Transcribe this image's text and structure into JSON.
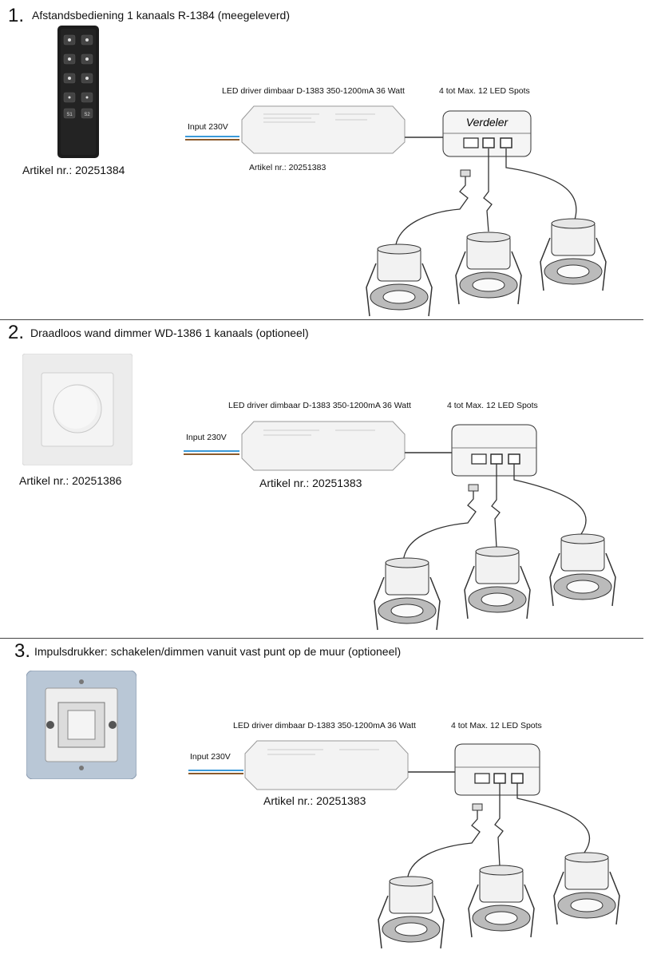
{
  "sections": [
    {
      "number": "1.",
      "title": "Afstandsbediening 1 kanaals R-1384 (meegeleverd)",
      "device_article": "Artikel nr.: 20251384",
      "driver_label": "LED driver dimbaar D-1383 350-1200mA 36 Watt",
      "spots_label": "4 tot Max. 12 LED Spots",
      "input_label": "Input 230V",
      "driver_article": "Artikel nr.: 20251383",
      "distributor_label": "Verdeler",
      "remote_buttons": [
        "S1",
        "S2"
      ]
    },
    {
      "number": "2.",
      "title": "Draadloos wand dimmer WD-1386 1 kanaals (optioneel)",
      "device_article": "Artikel nr.: 20251386",
      "driver_label": "LED driver dimbaar D-1383 350-1200mA 36 Watt",
      "spots_label": "4 tot Max. 12 LED Spots",
      "input_label": "Input 230V",
      "driver_article": "Artikel nr.: 20251383"
    },
    {
      "number": "3.",
      "title": "Impulsdrukker: schakelen/dimmen vanuit vast punt op de muur (optioneel)",
      "driver_label": "LED driver dimbaar D-1383 350-1200mA 36 Watt",
      "spots_label": "4 tot Max. 12 LED Spots",
      "input_label": "Input 230V",
      "driver_article": "Artikel nr.: 20251383"
    }
  ],
  "colors": {
    "wire_blue": "#3a9ad9",
    "wire_brown": "#8a5a2b",
    "cable_gray": "#666666"
  }
}
